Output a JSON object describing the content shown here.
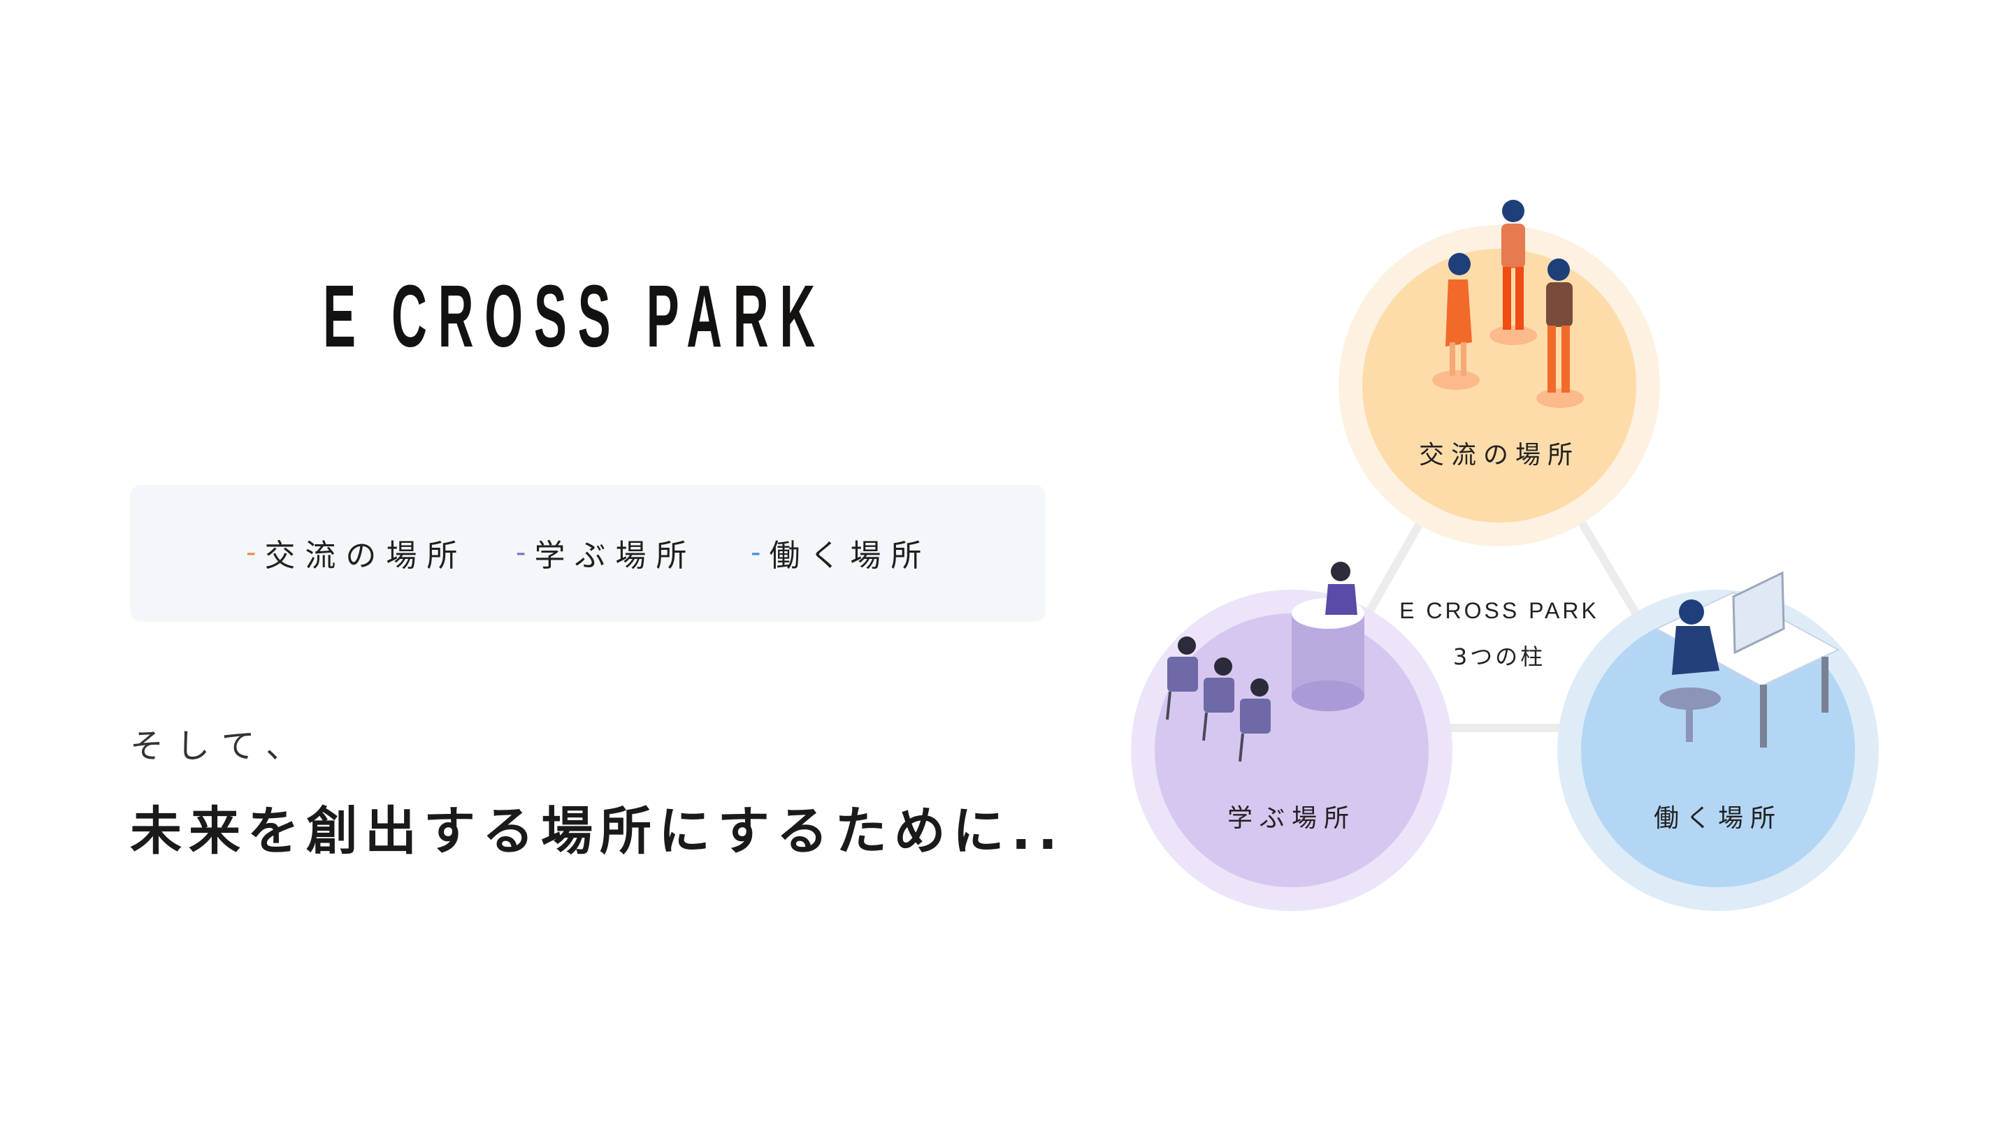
{
  "logo": {
    "text": "E CROSS PARK"
  },
  "pillars": [
    {
      "label": "交流の場所",
      "dash": "-",
      "dash_color": "#f08a4b"
    },
    {
      "label": "学ぶ場所",
      "dash": "-",
      "dash_color": "#7b6fc7"
    },
    {
      "label": "働く場所",
      "dash": "-",
      "dash_color": "#3f8fd9"
    }
  ],
  "lead": {
    "small": "そして、",
    "big": "未来を創出する場所にするために.."
  },
  "diagram": {
    "center_title": "E CROSS PARK",
    "center_subtitle": "3つの柱",
    "circles": [
      {
        "label": "交流の場所",
        "color": "#fddcaa",
        "ring_color": "#fdf1e1"
      },
      {
        "label": "学ぶ場所",
        "color": "#d6c7f0",
        "ring_color": "#ece4f9"
      },
      {
        "label": "働く場所",
        "color": "#b3d6f4",
        "ring_color": "#deecf8"
      }
    ]
  },
  "colors": {
    "background": "#ffffff",
    "box": "#f4f7fa",
    "text": "#1a1a1a"
  }
}
